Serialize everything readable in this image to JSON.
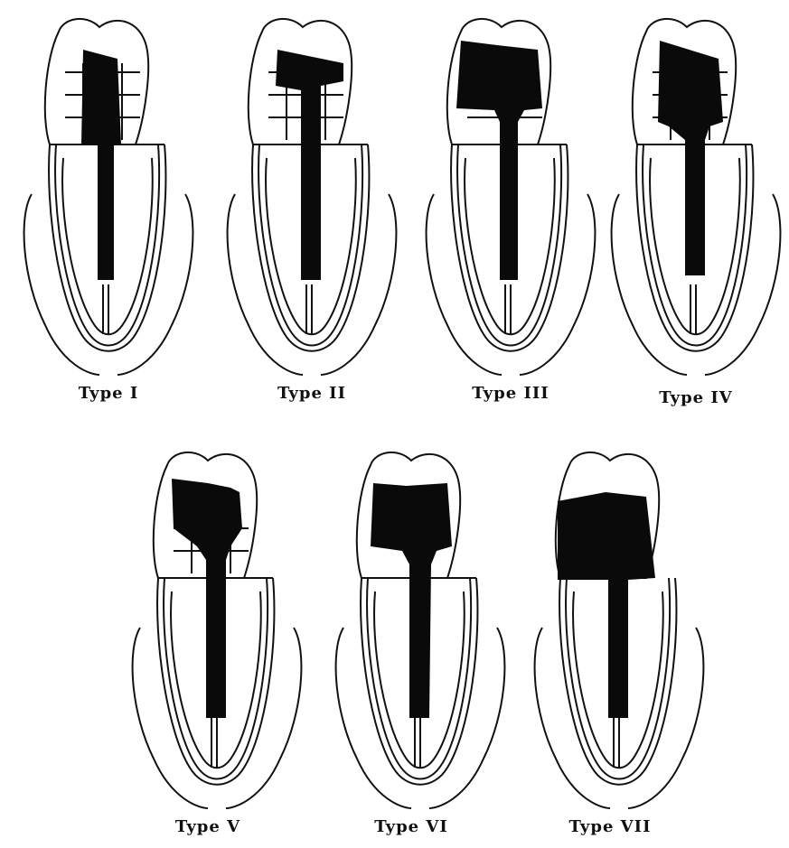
{
  "diagrams": [
    {
      "id": "type-i",
      "label": "Type I",
      "post_variant": "narrow-core"
    },
    {
      "id": "type-ii",
      "label": "Type II",
      "post_variant": "core-with-cap"
    },
    {
      "id": "type-iii",
      "label": "Type III",
      "post_variant": "wide-core-with-collar"
    },
    {
      "id": "type-iv",
      "label": "Type IV",
      "post_variant": "core-with-taper"
    },
    {
      "id": "type-v",
      "label": "Type V",
      "post_variant": "core-with-shoulder"
    },
    {
      "id": "type-vi",
      "label": "Type VI",
      "post_variant": "wide-core-with-shoulder"
    },
    {
      "id": "type-vii",
      "label": "Type VII",
      "post_variant": "full-crown-core"
    }
  ],
  "colors": {
    "outline": "#111111",
    "fill": "#0a0a0a",
    "background": "#ffffff"
  }
}
